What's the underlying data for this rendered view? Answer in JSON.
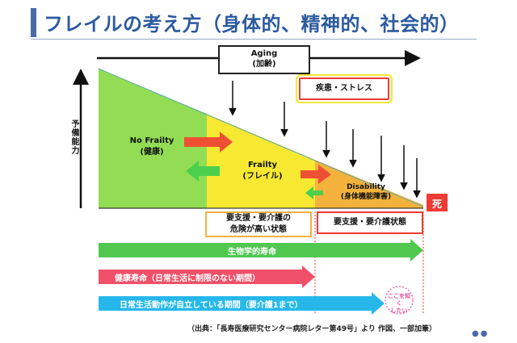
{
  "title": "フレイルの考え方（身体的、精神的、社会的）",
  "axis": {
    "x_label_en": "Aging",
    "x_label_ja": "(加齢)",
    "y_label": "予備能力"
  },
  "stressor_label": "疾患・ストレス",
  "stages": {
    "no_frailty_en": "No Frailty",
    "no_frailty_ja": "(健康)",
    "frailty_en": "Frailty",
    "frailty_ja": "(フレイル)",
    "disability_en": "Disability",
    "disability_ja": "(身体機能障害)",
    "death": "死"
  },
  "state_boxes": {
    "high_risk_line1": "要支援・要介護の",
    "high_risk_line2": "危険が高い状態",
    "care_needed": "要支援・要介護状態"
  },
  "lifespans": [
    {
      "label": "生物学的寿命",
      "color": "#50c850"
    },
    {
      "label": "健康寿命（日常生活に制限のない期間）",
      "color": "#f0506a"
    },
    {
      "label": "日常生活動作が自立している期間（要介護1まで）",
      "color": "#26b8ea"
    }
  ],
  "callout": {
    "line1": "ここを知く",
    "line2": "したい"
  },
  "source": "（出典：「長寿医療研究センター病院レター第49号」より 作図、一部加筆）",
  "colors": {
    "no_frailty": "#93dd55",
    "frailty": "#f7e832",
    "disability": "#f4b23c",
    "death": "#ee3b33",
    "arrow_red": "#ee5033",
    "arrow_green": "#4ccf4c",
    "title": "#2c5aa0"
  }
}
